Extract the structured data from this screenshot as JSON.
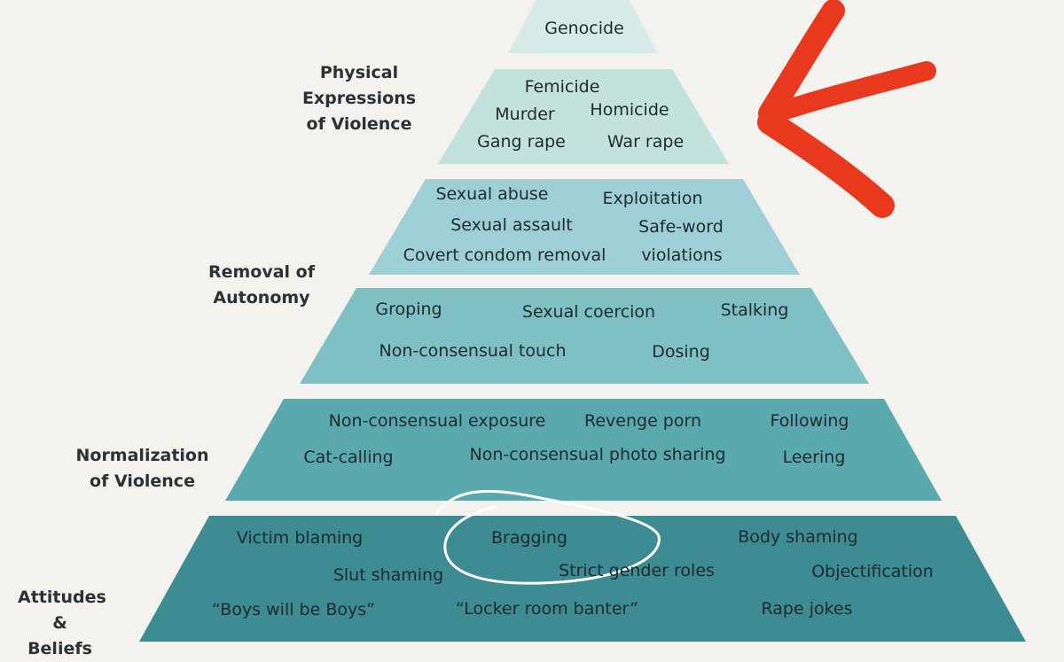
{
  "side_labels": [
    {
      "id": "physical",
      "text": "Physical\nExpressions\nof Violence"
    },
    {
      "id": "removal",
      "text": "Removal of\nAutonomy"
    },
    {
      "id": "normalization",
      "text": "Normalization\nof Violence"
    },
    {
      "id": "attitudes",
      "text": "Attitudes\n& Beliefs"
    }
  ],
  "tiers": [
    {
      "color": "#d6eae7",
      "items": [
        "Genocide"
      ]
    },
    {
      "color": "#c3e2de",
      "items": [
        "Femicide",
        "Murder",
        "Homicide",
        "Gang rape",
        "War rape"
      ]
    },
    {
      "color": "#9fcfd6",
      "items": [
        "Sexual abuse",
        "Exploitation",
        "Sexual assault",
        "Safe-word",
        "Covert condom removal",
        "violations"
      ]
    },
    {
      "color": "#7ec0c4",
      "items": [
        "Groping",
        "Sexual coercion",
        "Stalking",
        "Non-consensual touch",
        "Dosing"
      ]
    },
    {
      "color": "#5aa9ad",
      "items": [
        "Non-consensual exposure",
        "Revenge porn",
        "Following",
        "Cat-calling",
        "Non-consensual photo sharing",
        "Leering"
      ]
    },
    {
      "color": "#3d8b93",
      "items": [
        "Victim blaming",
        "Bragging",
        "Body shaming",
        "Slut shaming",
        "Strict gender roles",
        "Objectification",
        "“Boys will be Boys”",
        "“Locker room banter”",
        "Rape jokes"
      ]
    }
  ],
  "annotations": {
    "red_arrow_color": "#e8381e",
    "white_circle_color": "#ffffff"
  }
}
